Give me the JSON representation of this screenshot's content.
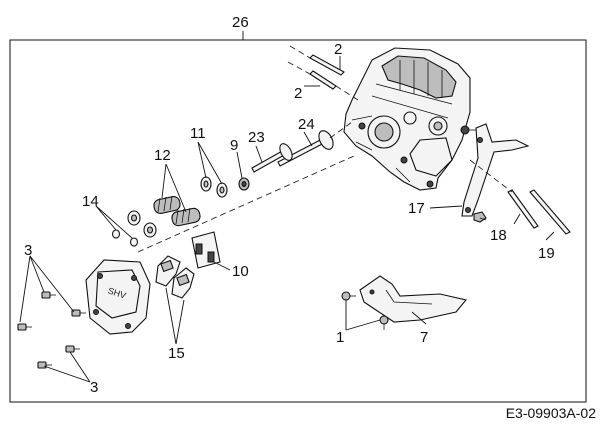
{
  "figure": {
    "reference_code": "E3-09903A-02",
    "logo_text": "SHV"
  },
  "callouts": [
    {
      "id": "c26",
      "label": "26"
    },
    {
      "id": "c2a",
      "label": "2"
    },
    {
      "id": "c2b",
      "label": "2"
    },
    {
      "id": "c11",
      "label": "11"
    },
    {
      "id": "c9",
      "label": "9"
    },
    {
      "id": "c23",
      "label": "23"
    },
    {
      "id": "c24",
      "label": "24"
    },
    {
      "id": "c12",
      "label": "12"
    },
    {
      "id": "c14",
      "label": "14"
    },
    {
      "id": "c3a",
      "label": "3"
    },
    {
      "id": "c10",
      "label": "10"
    },
    {
      "id": "c15",
      "label": "15"
    },
    {
      "id": "c3b",
      "label": "3"
    },
    {
      "id": "c17",
      "label": "17"
    },
    {
      "id": "c18",
      "label": "18"
    },
    {
      "id": "c19",
      "label": "19"
    },
    {
      "id": "c1",
      "label": "1"
    },
    {
      "id": "c7",
      "label": "7"
    }
  ]
}
